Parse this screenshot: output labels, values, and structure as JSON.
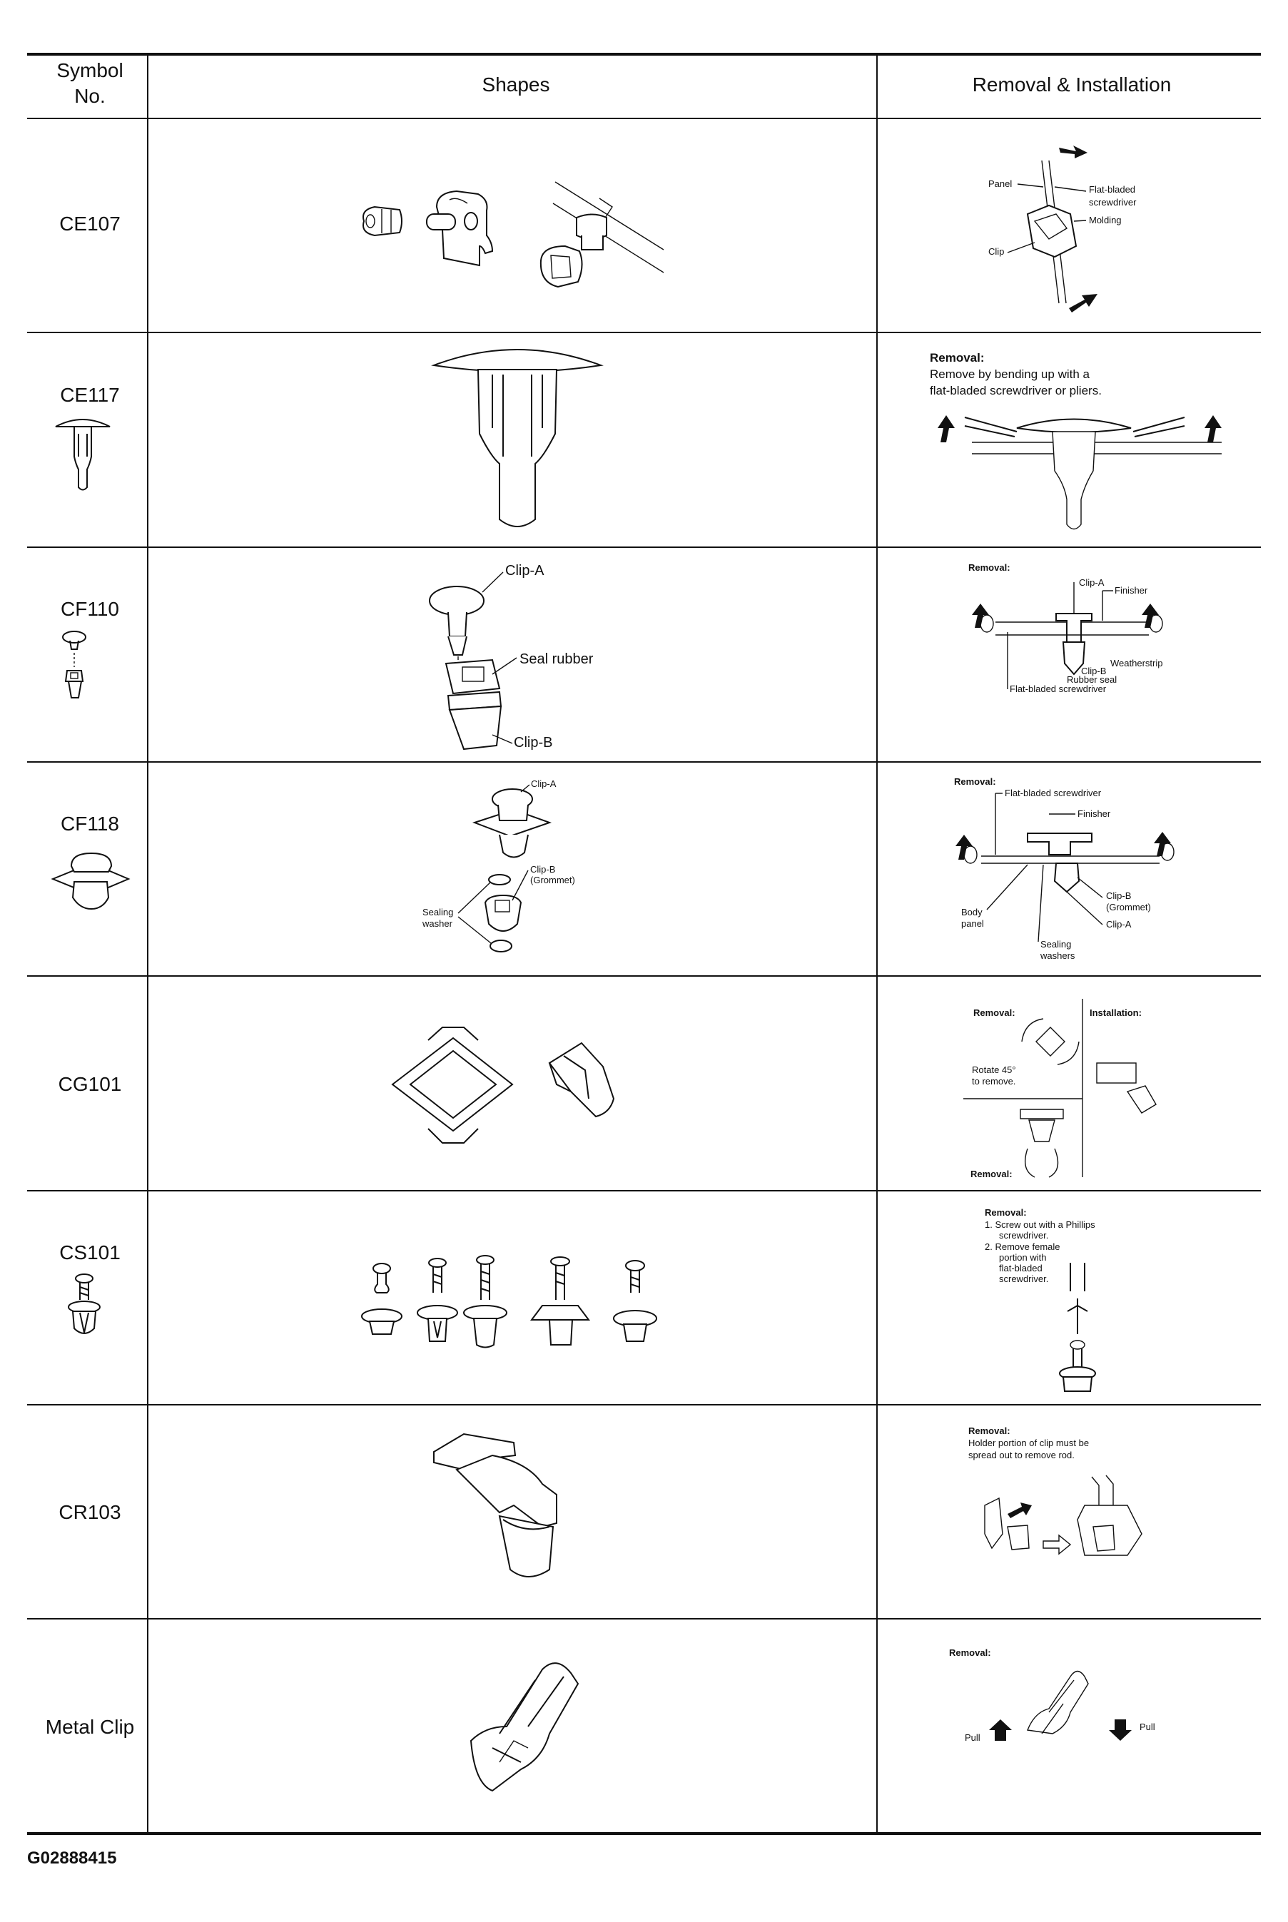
{
  "headers": {
    "symbol": "Symbol\nNo.",
    "shapes": "Shapes",
    "removal": "Removal & Installation"
  },
  "rows": [
    {
      "symbol": "CE107",
      "labels": {
        "panel": "Panel",
        "tool": "Flat-bladed",
        "tool2": "screwdriver",
        "molding": "Molding",
        "clip": "Clip"
      }
    },
    {
      "symbol": "CE117",
      "heading": "Removal:",
      "text1": "Remove by bending up with a",
      "text2": "flat-bladed screwdriver or pliers."
    },
    {
      "symbol": "CF110",
      "shape_labels": {
        "a": "Clip-A",
        "seal": "Seal rubber",
        "b": "Clip-B"
      },
      "heading": "Removal:",
      "labels": {
        "a": "Clip-A",
        "finisher": "Finisher",
        "weather": "Weatherstrip",
        "b": "Clip-B",
        "rubber": "Rubber seal",
        "tool": "Flat-bladed screwdriver"
      }
    },
    {
      "symbol": "CF118",
      "shape_labels": {
        "a": "Clip-A",
        "b": "Clip-B",
        "grommet": "(Grommet)",
        "sealing": "Sealing",
        "washer": "washer"
      },
      "heading": "Removal:",
      "labels": {
        "tool": "Flat-bladed screwdriver",
        "finisher": "Finisher",
        "body": "Body",
        "panel": "panel",
        "b": "Clip-B",
        "grommet": "(Grommet)",
        "a": "Clip-A",
        "sealing": "Sealing",
        "washers": "washers"
      }
    },
    {
      "symbol": "CG101",
      "removal": "Removal:",
      "installation": "Installation:",
      "rotate1": "Rotate 45°",
      "rotate2": "to remove.",
      "removal2": "Removal:"
    },
    {
      "symbol": "CS101",
      "heading": "Removal:",
      "step1a": "1.  Screw out with a Phillips",
      "step1b": "screwdriver.",
      "step2a": "2.  Remove female",
      "step2b": "portion with",
      "step2c": "flat-bladed",
      "step2d": "screwdriver."
    },
    {
      "symbol": "CR103",
      "heading": "Removal:",
      "text1": "Holder portion of clip must be",
      "text2": "spread out to remove rod."
    },
    {
      "symbol": "Metal Clip",
      "heading": "Removal:",
      "pull_left": "Pull",
      "pull_right": "Pull"
    }
  ],
  "footer": "G02888415"
}
